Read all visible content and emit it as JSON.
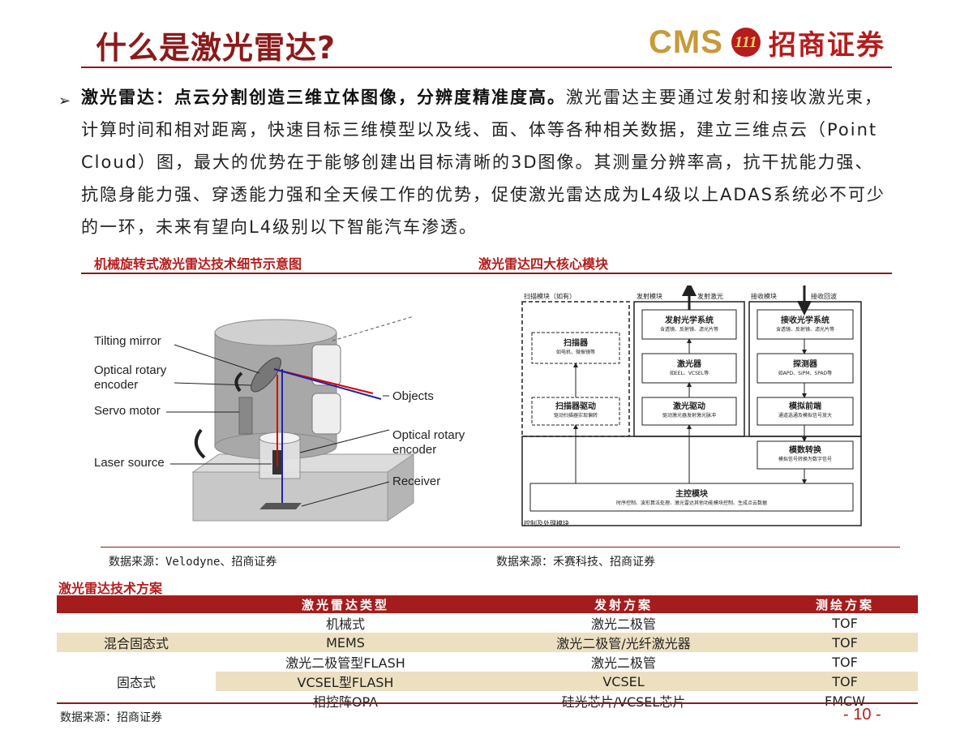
{
  "header": {
    "title": "什么是激光雷达?",
    "logo_text": "CMS",
    "logo_badge": "111",
    "logo_cn": "招商证券"
  },
  "bullet": {
    "bold": "激光雷达：点云分割创造三维立体图像，分辨度精准度高。",
    "text": "激光雷达主要通过发射和接收激光束，计算时间和相对距离，快速目标三维模型以及线、面、体等各种相关数据，建立三维点云（Point Cloud）图，最大的优势在于能够创建出目标清晰的3D图像。其测量分辨率高，抗干扰能力强、抗隐身能力强、穿透能力强和全天候工作的优势，促使激光雷达成为L4级以上ADAS系统必不可少的一环，未来有望向L4级别以下智能汽车渗透。"
  },
  "figure_left": {
    "caption": "机械旋转式激光雷达技术细节示意图",
    "labels": [
      "Tilting mirror",
      "Optical rotary encoder",
      "Servo motor",
      "Laser source",
      "Objects",
      "Optical rotary encoder",
      "Receiver"
    ],
    "source": "数据来源：Velodyne、招商证券"
  },
  "figure_right": {
    "caption": "激光雷达四大核心模块",
    "scan_module": "扫描模块（如有）",
    "emit_module": "发射模块",
    "emit_arrow": "发射激光",
    "recv_module": "接收模块",
    "recv_arrow": "接收回波",
    "control_module": "控制及处理模块",
    "boxes": {
      "scanner": {
        "title": "扫描器",
        "sub": "如电机、微振镜等"
      },
      "scanner_drive": {
        "title": "扫描器驱动",
        "sub": "驱动扫描器实现偏转"
      },
      "emit_optics": {
        "title": "发射光学系统",
        "sub": "含透镜、反射镜、滤光片等"
      },
      "laser": {
        "title": "激光器",
        "sub": "如EEL、VCSEL等"
      },
      "laser_drive": {
        "title": "激光驱动",
        "sub": "驱动激光器发射激光脉冲"
      },
      "recv_optics": {
        "title": "接收光学系统",
        "sub": "含透镜、反射镜、滤光片等"
      },
      "detector": {
        "title": "探测器",
        "sub": "如APD、SiPM、SPAD等"
      },
      "analog_front": {
        "title": "模拟前端",
        "sub": "通道选通及模拟信号放大"
      },
      "adc": {
        "title": "模数转换",
        "sub": "模拟信号转换为数字信号"
      },
      "main_control": {
        "title": "主控模块",
        "sub": "时序控制、波形算法处理、激光雷达其他功能模块控制、生成点云数据"
      }
    },
    "source": "数据来源：禾赛科技、招商证券"
  },
  "table": {
    "caption": "激光雷达技术方案",
    "headers": [
      "激光雷达类型",
      "发射方案",
      "测绘方案"
    ],
    "rows": [
      {
        "group": "",
        "type": "机械式",
        "emit": "激光二极管",
        "measure": "TOF"
      },
      {
        "group": "混合固态式",
        "type": "MEMS",
        "emit": "激光二极管/光纤激光器",
        "measure": "TOF"
      },
      {
        "group": "",
        "type": "激光二极管型FLASH",
        "emit": "激光二极管",
        "measure": "TOF"
      },
      {
        "group": "固态式",
        "type": "VCSEL型FLASH",
        "emit": "VCSEL",
        "measure": "TOF"
      },
      {
        "group": "",
        "type": "相控阵OPA",
        "emit": "硅光芯片/VCSEL芯片",
        "measure": "FMCW"
      }
    ]
  },
  "footer": {
    "source": "数据来源：招商证券",
    "page": "- 10 -"
  },
  "colors": {
    "brand_red": "#8b1a1a",
    "table_header": "#a51c1c",
    "shade": "#ede0c1",
    "logo_gold": "#c79a3a"
  }
}
